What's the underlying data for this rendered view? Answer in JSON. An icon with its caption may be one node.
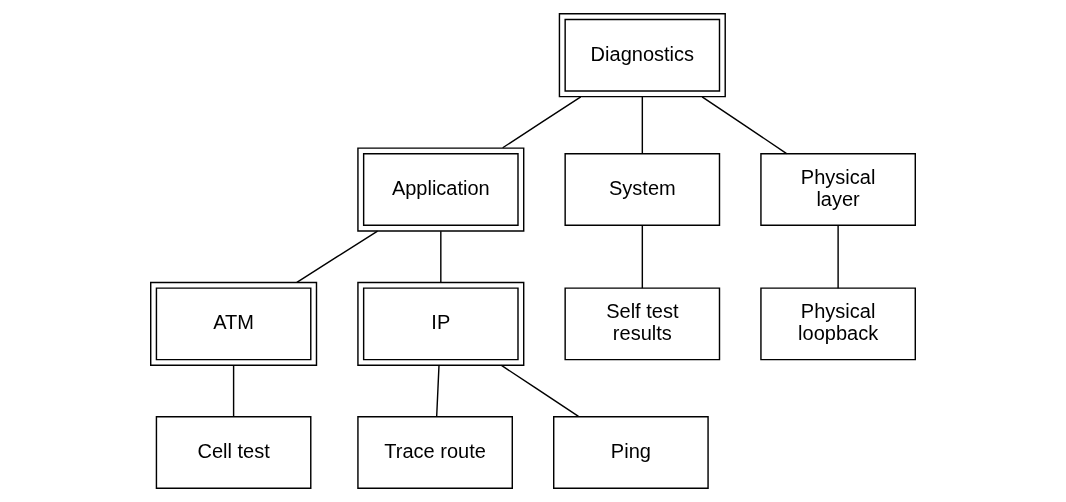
{
  "diagram": {
    "nodes": [
      {
        "text": [
          "Diagnostics"
        ]
      },
      {
        "text": [
          "Application"
        ]
      },
      {
        "text": [
          "System"
        ]
      },
      {
        "text": [
          "Physical layer"
        ]
      },
      {
        "text": [
          "ATM"
        ]
      },
      {
        "text": [
          "IP"
        ]
      },
      {
        "text": [
          "Self test results"
        ]
      },
      {
        "text": [
          "Physical loopback"
        ]
      },
      {
        "text": [
          "Cell test"
        ]
      },
      {
        "text": [
          "Trace route"
        ]
      },
      {
        "text": [
          "Ping"
        ]
      }
    ],
    "edges": [
      {
        "from": 0,
        "to": 1,
        "arrow": "none"
      },
      {
        "from": 0,
        "to": 2,
        "arrow": "none"
      },
      {
        "from": 0,
        "to": 3,
        "arrow": "none"
      },
      {
        "from": 1,
        "to": 4,
        "arrow": "none"
      },
      {
        "from": 1,
        "to": 5,
        "arrow": "none"
      },
      {
        "from": 2,
        "to": 6,
        "arrow": "none"
      },
      {
        "from": 3,
        "to": 7,
        "arrow": "none"
      },
      {
        "from": 4,
        "to": 8,
        "arrow": "none"
      },
      {
        "from": 5,
        "to": 9,
        "arrow": "none"
      },
      {
        "from": 5,
        "to": 10,
        "arrow": "none"
      }
    ]
  }
}
